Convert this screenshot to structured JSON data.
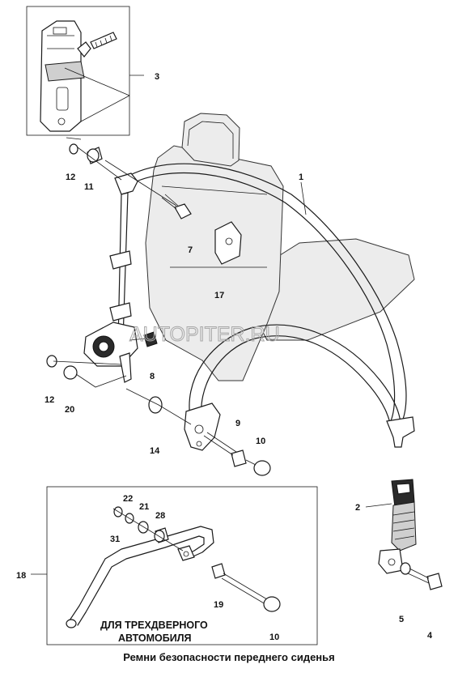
{
  "watermark": "AUTOPITER.RU",
  "caption": "Ремни безопасности переднего сиденья",
  "note": {
    "line1": "ДЛЯ ТРЕХДВЕРНОГО",
    "line2": "АВТОМОБИЛЯ"
  },
  "labels": {
    "p1": "1",
    "p2": "2",
    "p3": "3",
    "p4": "4",
    "p5": "5",
    "p7": "7",
    "p8": "8",
    "p9": "9",
    "p10a": "10",
    "p10b": "10",
    "p11": "11",
    "p12a": "12",
    "p12b": "12",
    "p14": "14",
    "p17": "17",
    "p18": "18",
    "p19": "19",
    "p20": "20",
    "p21": "21",
    "p22": "22",
    "p28": "28",
    "p31": "31"
  }
}
